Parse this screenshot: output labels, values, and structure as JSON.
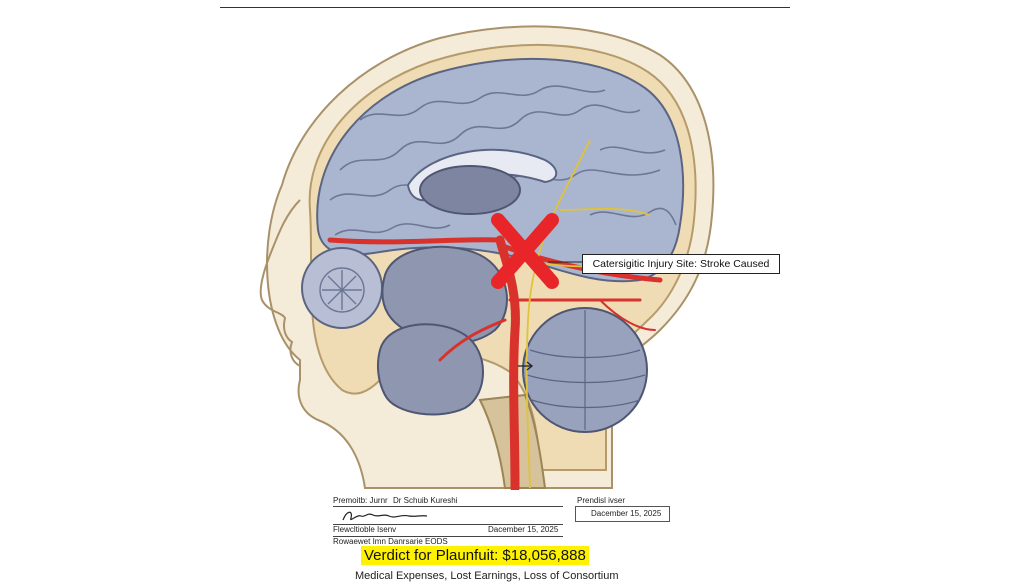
{
  "callout": {
    "text": "Catersigitic Injury Site: Stroke Caused"
  },
  "document": {
    "presiding_label": "Premoitb: Jurnr",
    "presiding_name": "Dr Schuib Kureshi",
    "right_label": "Prendisl ivser",
    "right_date": "Dacember 15, 2025",
    "signature_label": "Flewcltioble Isenv",
    "signature_date": "Dacember 15, 2025",
    "case_line": "Rowaewet Imn Danrsarie EODS",
    "verdict": "Verdict for Plaunfuit: $18,056,888",
    "bottom_line": "Medical Expenses, Lost Earnings, Loss of Consortium"
  },
  "colors": {
    "highlight": "#fff200",
    "artery": "#d9312b",
    "injury_x": "#e8262a",
    "brain": "#a9b5cf",
    "skull": "#f1e3c6"
  }
}
